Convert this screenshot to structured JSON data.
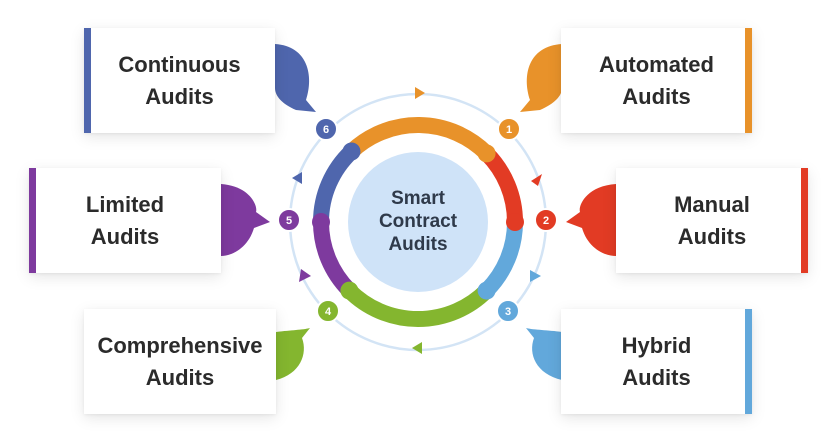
{
  "center": {
    "label": "Smart\nContract\nAudits"
  },
  "steps": [
    {
      "number": "1",
      "label": "Automated\nAudits",
      "color": "#E8922A"
    },
    {
      "number": "2",
      "label": "Manual\nAudits",
      "color": "#E23B24"
    },
    {
      "number": "3",
      "label": "Hybrid\nAudits",
      "color": "#62A8DB"
    },
    {
      "number": "4",
      "label": "Comprehensive\nAudits",
      "color": "#84B62F"
    },
    {
      "number": "5",
      "label": "Limited\nAudits",
      "color": "#7E3A9E"
    },
    {
      "number": "6",
      "label": "Continuous\nAudits",
      "color": "#4F66AD"
    }
  ],
  "colors": {
    "outer_ring": "#D3E4F5",
    "center_fill": "#CFE3F8",
    "card_text": "#2b2b2b"
  }
}
